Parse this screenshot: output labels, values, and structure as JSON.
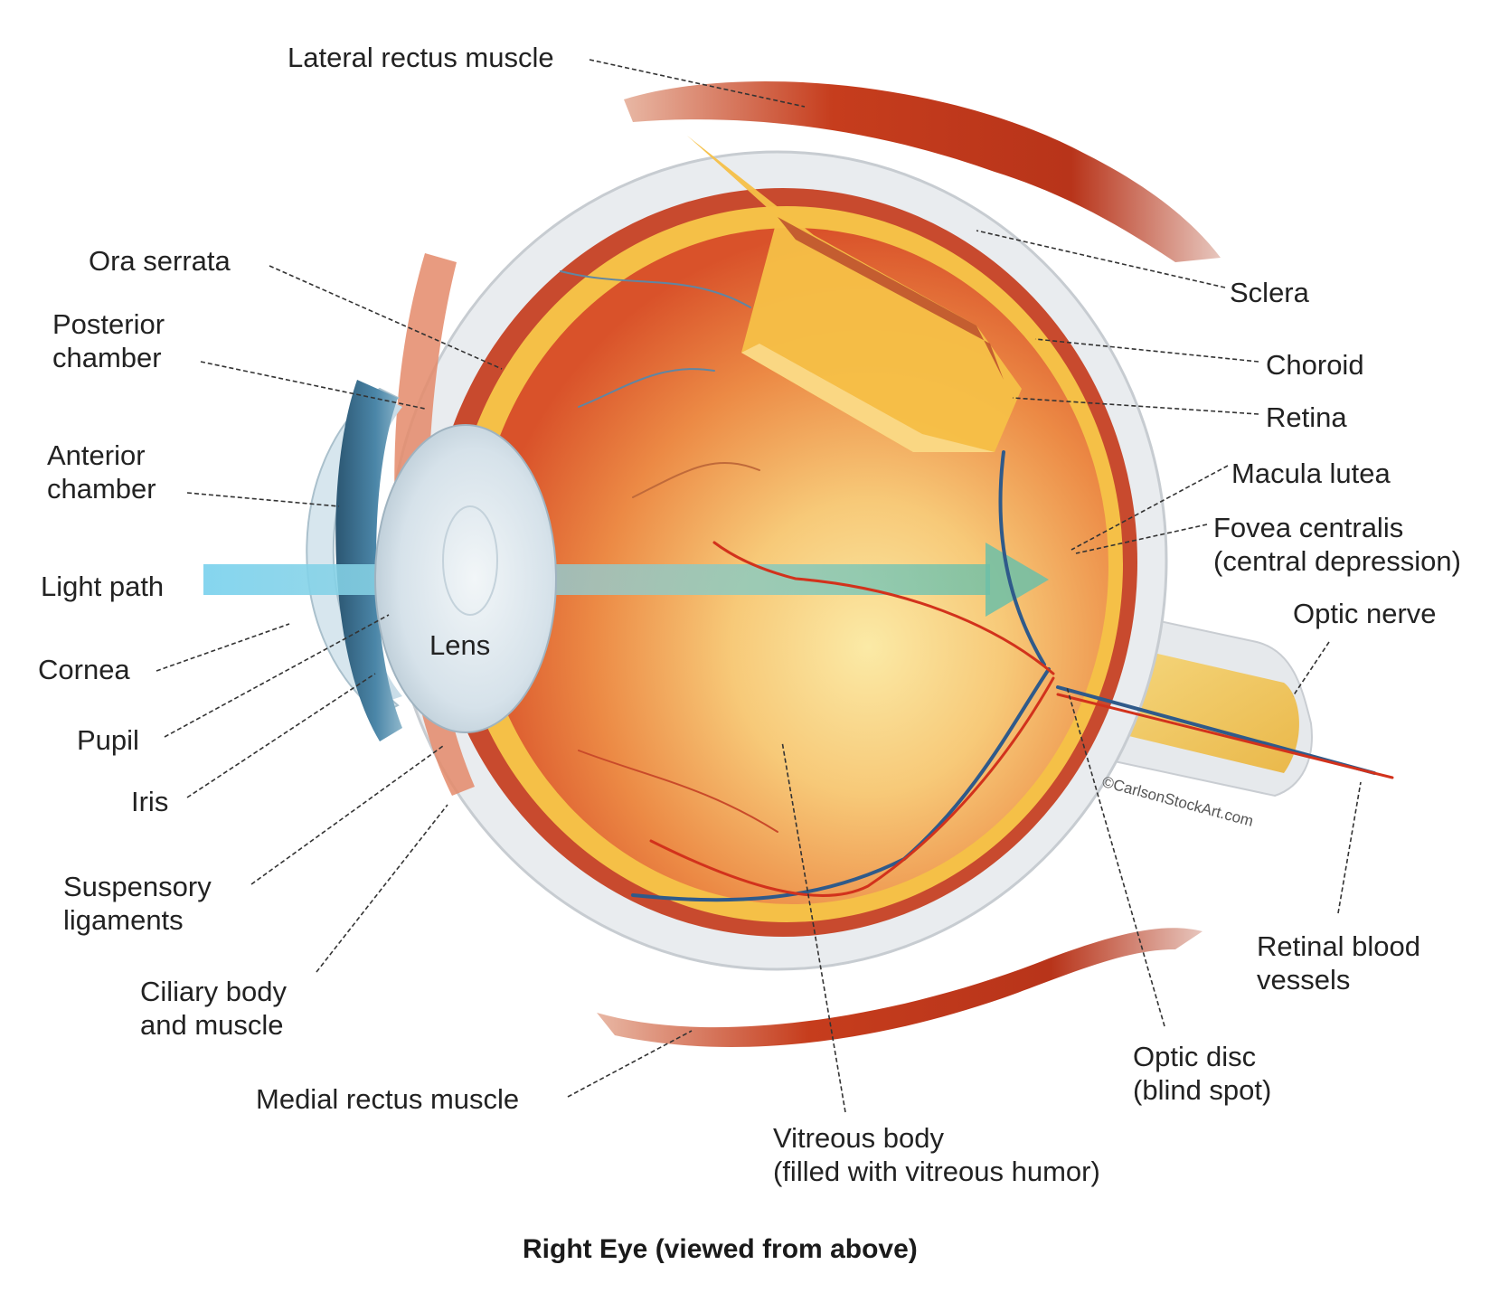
{
  "labels": {
    "lateral_rectus_muscle": "Lateral rectus muscle",
    "ora_serrata": "Ora serrata",
    "posterior_chamber": [
      "Posterior",
      "chamber"
    ],
    "anterior_chamber": [
      "Anterior",
      "chamber"
    ],
    "light_path": "Light path",
    "cornea": "Cornea",
    "pupil": "Pupil",
    "iris": "Iris",
    "suspensory_ligaments": [
      "Suspensory",
      "ligaments"
    ],
    "ciliary_body": [
      "Ciliary body",
      "and muscle"
    ],
    "medial_rectus_muscle": "Medial rectus muscle",
    "lens": "Lens",
    "sclera": "Sclera",
    "choroid": "Choroid",
    "retina": "Retina",
    "macula_lutea": "Macula lutea",
    "fovea_centralis": [
      "Fovea centralis",
      "(central depression)"
    ],
    "optic_nerve": "Optic nerve",
    "retinal_blood_vessels": [
      "Retinal blood",
      "vessels"
    ],
    "optic_disc": [
      "Optic disc",
      "(blind spot)"
    ],
    "vitreous_body": [
      "Vitreous body",
      "(filled with vitreous humor)"
    ]
  },
  "caption": "Right Eye (viewed from above)",
  "copyright": "©CarlsonStockArt.com",
  "colors": {
    "sclera": "#e9ecef",
    "choroid": "#c84a2e",
    "retina": "#f7c24a",
    "vitreous_center": "#fbe6a0",
    "vitreous_edge": "#e0562a",
    "muscle": "#c8401f",
    "lens": "#dfe8ef",
    "iris": "#3a6f8e",
    "light_path": "#7fd3ee",
    "nerve": "#f3d070",
    "artery": "#d2321c",
    "vein": "#2f5a8a",
    "leader": "#333333"
  }
}
